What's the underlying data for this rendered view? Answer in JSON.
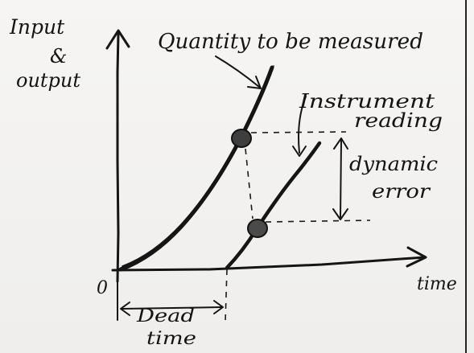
{
  "labels": {
    "y_axis_line1": "Input",
    "y_axis_line2": "&",
    "y_axis_line3": "output",
    "x_axis": "time",
    "origin": "0",
    "quantity": "Quantity to be measured",
    "instrument_line1": "Instrument",
    "instrument_line2": "reading",
    "dynamic_line1": "dynamic",
    "dynamic_line2": "error",
    "dead_line1": "Dead",
    "dead_line2": "time"
  },
  "colors": {
    "ink": "#151515",
    "paper": "#f4f3f1",
    "marker": "#4a4a4a"
  }
}
